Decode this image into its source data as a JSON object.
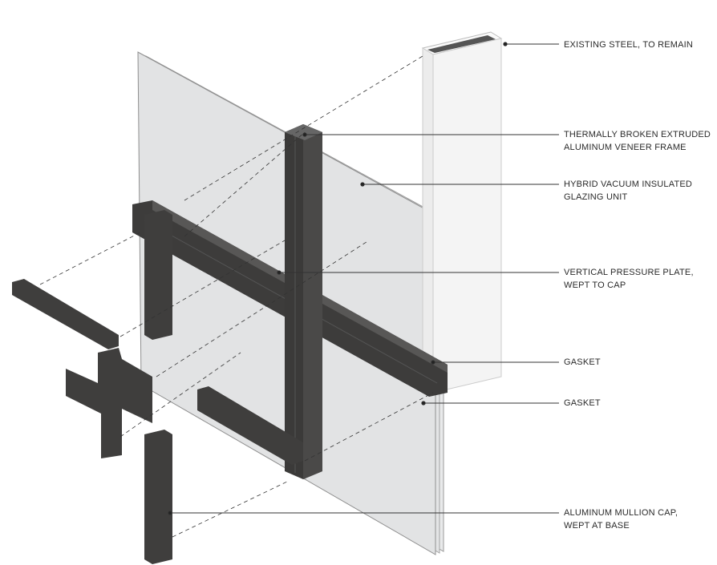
{
  "labels": [
    {
      "line1": "EXISTING STEEL, TO REMAIN",
      "line2": ""
    },
    {
      "line1": "THERMALLY BROKEN EXTRUDED",
      "line2": "ALUMINUM VENEER FRAME"
    },
    {
      "line1": "HYBRID VACUUM INSULATED",
      "line2": "GLAZING UNIT"
    },
    {
      "line1": "VERTICAL PRESSURE PLATE,",
      "line2": "WEPT TO CAP"
    },
    {
      "line1": "GASKET",
      "line2": ""
    },
    {
      "line1": "GASKET",
      "line2": ""
    },
    {
      "line1": "ALUMINUM MULLION CAP,",
      "line2": "WEPT AT BASE"
    }
  ],
  "colors": {
    "aluminum": "#3b3a39",
    "glass": "#e6e7e8",
    "steel": "#f7f7f7",
    "line": "#333333"
  }
}
